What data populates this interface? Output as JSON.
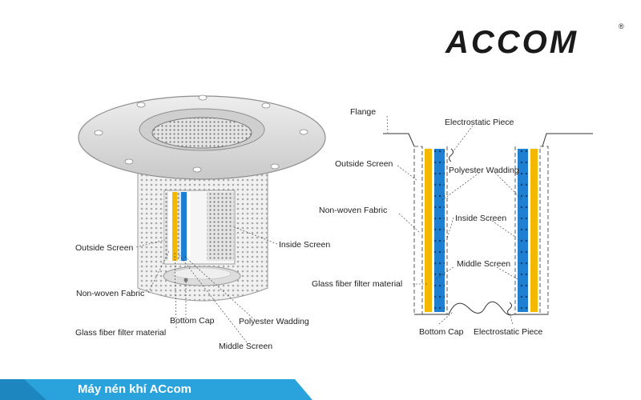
{
  "logo": {
    "text": "ACCOM",
    "mark": "®"
  },
  "left_diagram": {
    "labels": {
      "outside_screen": "Outside Screen",
      "inside_screen": "Inside Screen",
      "non_woven": "Non-woven Fabric",
      "bottom_cap": "Bottom Cap",
      "polyester": "Polyester Wadding",
      "glass_fiber": "Glass fiber filter material",
      "middle_screen": "Middle Screen"
    }
  },
  "right_diagram": {
    "labels": {
      "flange": "Flange",
      "electrostatic_top": "Electrostatic Piece",
      "outside_screen": "Outside Screen",
      "polyester": "Polyester Wadding",
      "non_woven": "Non-woven Fabric",
      "inside_screen": "Inside Screen",
      "middle_screen": "Middle Screen",
      "glass_fiber": "Glass fiber filter material",
      "bottom_cap": "Bottom Cap",
      "electrostatic_bottom": "Electrostatic Piece"
    }
  },
  "footer": {
    "text": "Máy nén khí ACcom"
  },
  "colors": {
    "yellow": "#f5b800",
    "blue": "#1f7fd0",
    "banner": "#2aa3dc",
    "metal": "#d9d9d9"
  }
}
